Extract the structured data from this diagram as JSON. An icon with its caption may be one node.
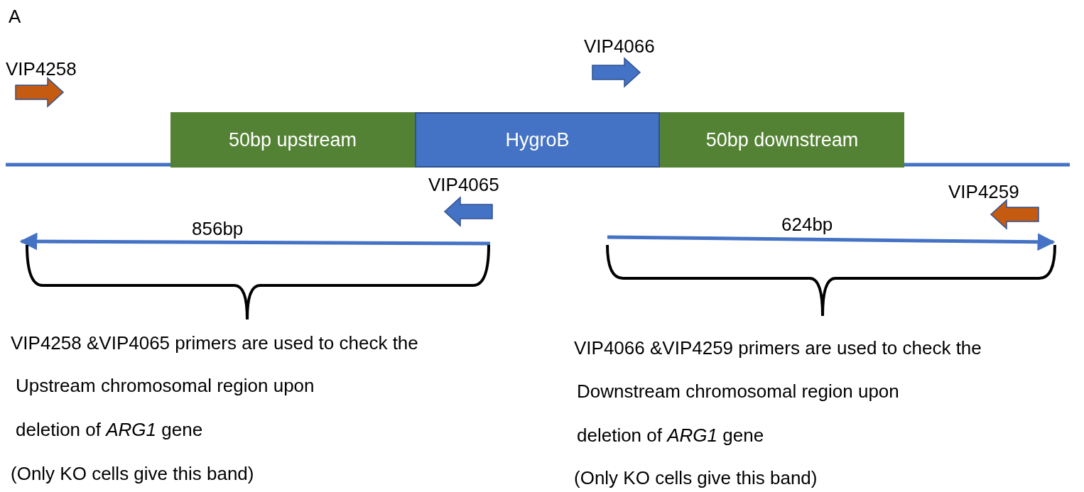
{
  "diagram": {
    "nodes": [
      {
        "text": [
          "50bp upstream"
        ]
      },
      {
        "text": [
          "HygroB"
        ]
      },
      {
        "text": [
          "50bp downstream"
        ]
      },
      {
        "text": [
          "VIP4258"
        ]
      },
      {
        "text": [
          "VIP4066"
        ]
      },
      {
        "text": [
          "VIP4065"
        ]
      },
      {
        "text": [
          "VIP4259"
        ]
      }
    ],
    "edges": [],
    "labels": [
      "A",
      "856bp",
      "624bp",
      "VIP4258 &VIP4065 primers are used to check the",
      "Upstream chromosomal region upon",
      "deletion of *ARG1* gene",
      "(Only KO cells give this band)",
      "VIP4066 &VIP4259 primers are used to check the",
      "Downstream chromosomal region upon",
      "deletion of *ARG1* gene",
      "(Only KO cells give this band)"
    ]
  }
}
